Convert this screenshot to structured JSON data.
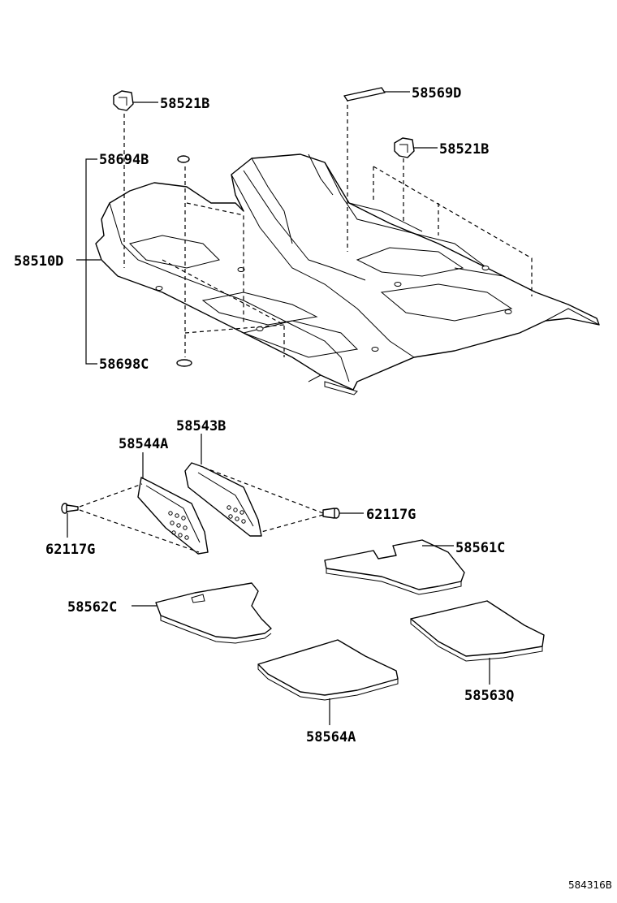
{
  "parts": {
    "clip_top_left": "58521B",
    "clip_right": "58521B",
    "plug_58569d": "58569D",
    "plug_58694b": "58694B",
    "floor_carpet": "58510D",
    "grommet_58698c": "58698C",
    "silencer_58543b": "58543B",
    "silencer_58544a": "58544A",
    "screw_left": "62117G",
    "screw_right": "62117G",
    "mat_58561c": "58561C",
    "mat_58562c": "58562C",
    "mat_58563q": "58563Q",
    "mat_58564a": "58564A"
  },
  "illustration_code": "584316B"
}
